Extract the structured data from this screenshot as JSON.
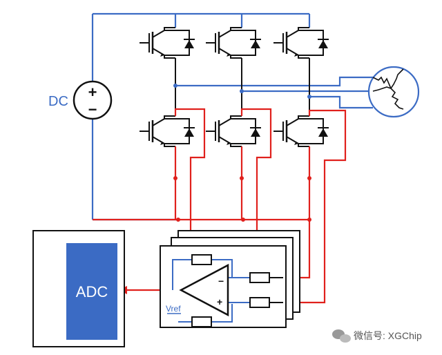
{
  "labels": {
    "dc": "DC",
    "adc": "ADC",
    "vref": "Vref",
    "opamp_minus": "−",
    "opamp_plus": "+",
    "source_plus": "+",
    "source_minus": "−"
  },
  "watermark": {
    "text": "微信号: XGChip"
  },
  "colors": {
    "power_wire": "#3b6bc4",
    "sense_wire": "#e0201c",
    "component": "#111111",
    "adc_fill": "#3b6bc4"
  },
  "icons": {
    "igbt": "igbt-transistor-icon",
    "diode": "freewheel-diode-icon",
    "motor": "three-phase-motor-icon",
    "dc_source": "dc-voltage-source-icon",
    "opamp": "op-amp-triangle-icon",
    "wechat": "wechat-icon"
  }
}
